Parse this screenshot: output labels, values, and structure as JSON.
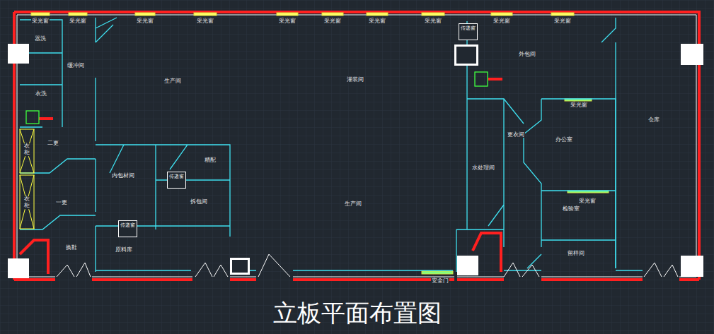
{
  "diagram": {
    "title": "立板平面布置图",
    "nodes": [
      {
        "text": [
          "传递窗"
        ]
      },
      {
        "text": [
          "传递窗"
        ]
      },
      {
        "text": [
          "传递窗"
        ]
      }
    ],
    "labels": [
      "采光窗",
      "采光窗",
      "采光窗",
      "采光窗",
      "采光窗",
      "采光窗",
      "采光窗",
      "采光窗",
      "采光窗",
      "采光窗",
      "器洗",
      "缓冲间",
      "生产间",
      "灌装间",
      "外包间",
      "衣洗",
      "采光窗",
      "仓库",
      "更衣间",
      "办公室",
      "二更",
      "衣柜",
      "内包材间",
      "精配",
      "水处理间",
      "一更",
      "衣柜",
      "拆包间",
      "生产间",
      "采光窗",
      "检验室",
      "换鞋",
      "原料库",
      "留样间",
      "安全门"
    ]
  }
}
